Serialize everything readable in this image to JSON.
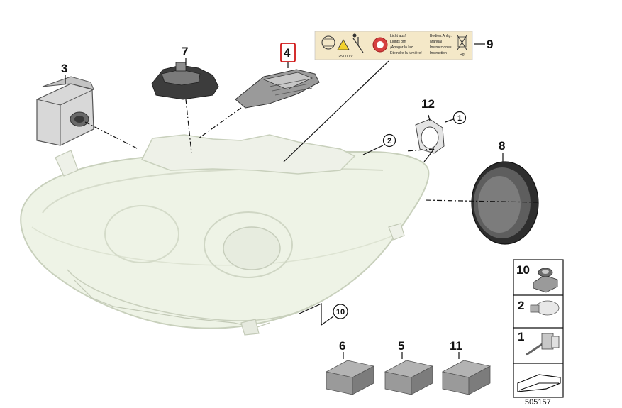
{
  "callouts": {
    "c1": "1",
    "c2": "2",
    "c3": "3",
    "c4": "4",
    "c5": "5",
    "c6": "6",
    "c7": "7",
    "c8": "8",
    "c9": "9",
    "c10": "10",
    "c11": "11",
    "c12": "12"
  },
  "legend": {
    "row10": "10",
    "row2": "2",
    "row1": "1"
  },
  "warning_label": {
    "line1_col1": "Licht aus!",
    "line2_col1": "Lights off!",
    "line3_col1": "¡Apagar la luz!",
    "line4_col1": "Eteindre la lumière!",
    "line1_col2": "Bedien.Anltg.",
    "line2_col2": "Manual",
    "line3_col2": "Instrucciones",
    "line4_col2": "Instruction",
    "voltage": "25 000 V",
    "hg": "Hg"
  },
  "diagram_id": "505157",
  "colors": {
    "highlight": "#d01818",
    "label_bg": "#f4e8c8",
    "housing_fill": "#eef3e6",
    "housing_stroke": "#c8d0bc",
    "part_grey": "#8a8a8a"
  }
}
